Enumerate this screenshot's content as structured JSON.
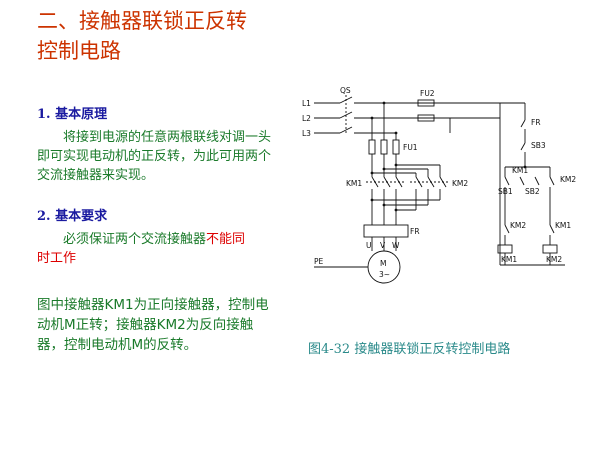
{
  "title": {
    "line1": "二、接触器联锁正反转",
    "line2": "控制电路"
  },
  "sections": [
    {
      "heading": "1. 基本原理",
      "text": "将接到电源的任意两根联线对调一头即可实现电动机的正反转，为此可用两个交流接触器来实现。"
    },
    {
      "heading": "2. 基本要求",
      "text_before": "必须保证两个交流接触器",
      "text_red": "不能同时工作"
    }
  ],
  "description": "图中接触器KM1为正向接触器，控制电动机M正转；接触器KM2为反向接触器，控制电动机M的反转。",
  "diagram": {
    "caption": "图4-32  接触器联锁正反转控制电路",
    "labels": {
      "L1": "L1",
      "L2": "L2",
      "L3": "L3",
      "QS": "QS",
      "FU2": "FU2",
      "FU1": "FU1",
      "KM1_main": "KM1",
      "KM2_main": "KM2",
      "FR_main": "FR",
      "U": "U",
      "V": "V",
      "W": "W",
      "PE": "PE",
      "M": "M",
      "M_phase": "3~",
      "FR_ctrl": "FR",
      "SB3": "SB3",
      "SB1": "SB1",
      "SB2": "SB2",
      "KM1_hold": "KM1",
      "KM2_hold": "KM2",
      "KM2_interlock": "KM2",
      "KM1_interlock": "KM1",
      "KM1_coil": "KM1",
      "KM2_coil": "KM2"
    }
  }
}
